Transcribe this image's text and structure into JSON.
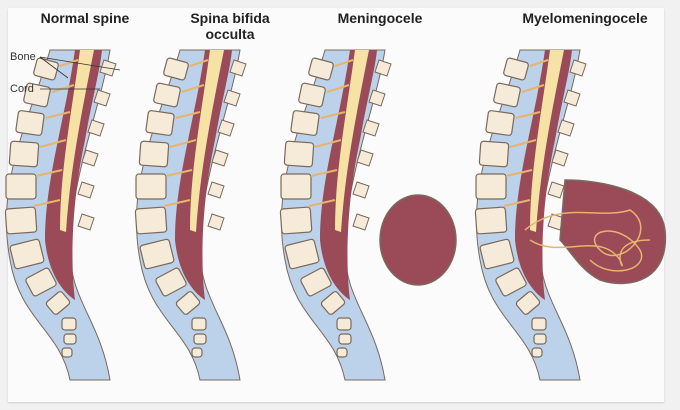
{
  "titles": [
    "Normal spine",
    "Spina bifida occulta",
    "Meningocele",
    "Myelomeningocele"
  ],
  "labels": {
    "bone": "Bone",
    "cord": "Cord"
  },
  "colors": {
    "bone": "#f6ead8",
    "bone_outline": "#7a6a5c",
    "csf": "#bcd1ea",
    "cord": "#f7e2a6",
    "dura": "#9b4a58",
    "nerve": "#e6b46b",
    "background": "#fbfbfc"
  }
}
